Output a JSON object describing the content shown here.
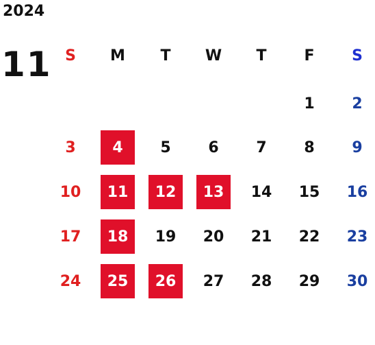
{
  "calendar": {
    "year": "2024",
    "month": "11",
    "weekdays": [
      "S",
      "M",
      "T",
      "W",
      "T",
      "F",
      "S"
    ],
    "first_weekday_index": 5,
    "days_in_month": 30,
    "highlighted_days": [
      4,
      11,
      12,
      13,
      18,
      25,
      26
    ],
    "colors": {
      "sunday": "#e02020",
      "saturday": "#1a3fa0",
      "weekday": "#111111",
      "highlight_bg": "#e0102a",
      "highlight_text": "#ffffff"
    }
  }
}
